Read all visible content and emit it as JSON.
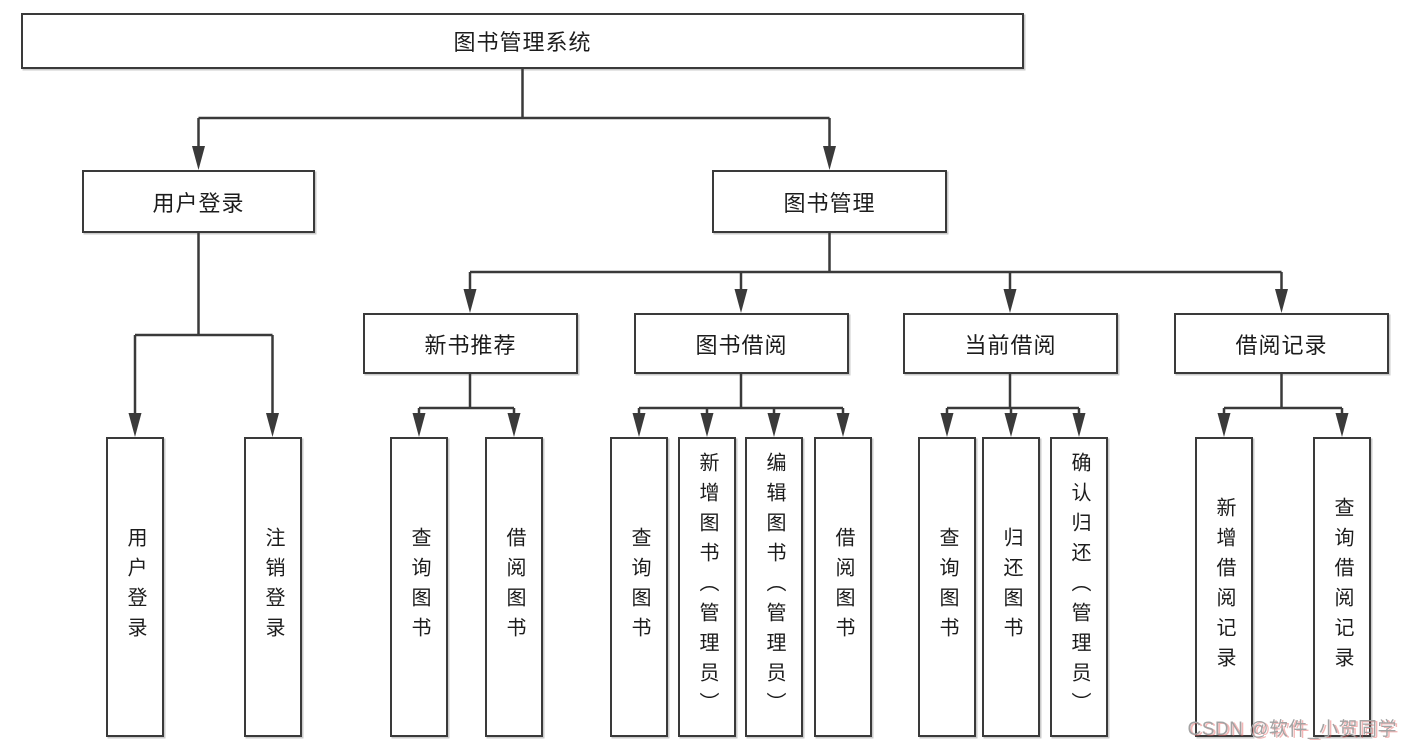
{
  "watermark": "CSDN @软件_小贺同学",
  "tree": {
    "root": "图书管理系统",
    "children": [
      {
        "label": "用户登录",
        "children": [
          "用户登录",
          "注销登录"
        ]
      },
      {
        "label": "图书管理",
        "children": [
          {
            "label": "新书推荐",
            "children": [
              "查询图书",
              "借阅图书"
            ]
          },
          {
            "label": "图书借阅",
            "children": [
              "查询图书",
              "新增图书（管理员）",
              "编辑图书（管理员）",
              "借阅图书"
            ]
          },
          {
            "label": "当前借阅",
            "children": [
              "查询图书",
              "归还图书",
              "确认归还（管理员）"
            ]
          },
          {
            "label": "借阅记录",
            "children": [
              "新增借阅记录",
              "查询借阅记录"
            ]
          }
        ]
      }
    ]
  },
  "colors": {
    "line": "#3a3a3a",
    "text": "#1c1c1c",
    "background": "#ffffff",
    "watermark_gray": "#a3a3a3",
    "watermark_red": "#e55f5f"
  }
}
